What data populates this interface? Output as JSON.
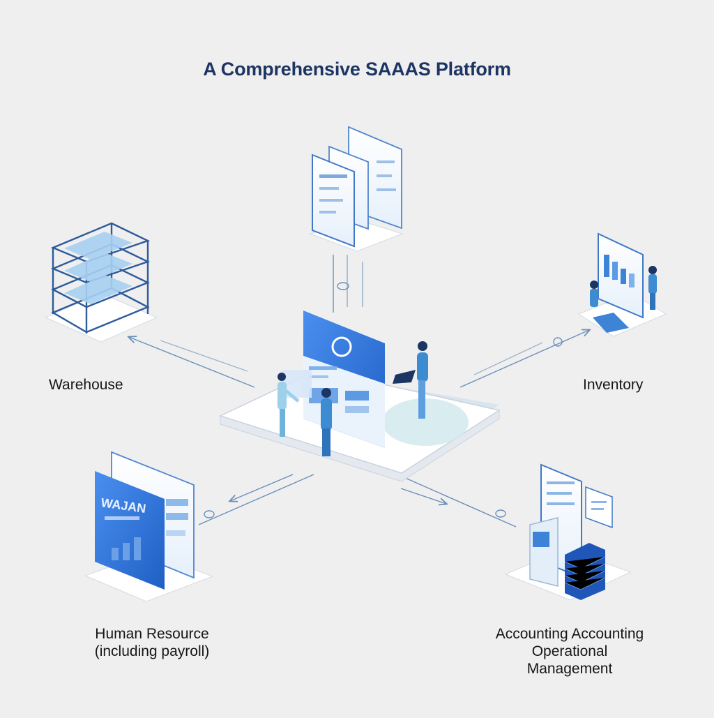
{
  "title": "A Comprehensive SAAAS Platform",
  "modules": {
    "warehouse": "Warehouse",
    "inventory": "Inventory",
    "hr_line1": "Human Resource",
    "hr_line2": "(including payroll)",
    "acc_line1": "Accounting Accounting",
    "acc_line2": "Operational",
    "acc_line3": "Management"
  },
  "hr_card_text": "WAJAN",
  "colors": {
    "primary": "#2f6fd6",
    "dark": "#1d3563",
    "light": "#bcd6f3",
    "platform": "#ffffff",
    "line": "#6a8fb8"
  }
}
